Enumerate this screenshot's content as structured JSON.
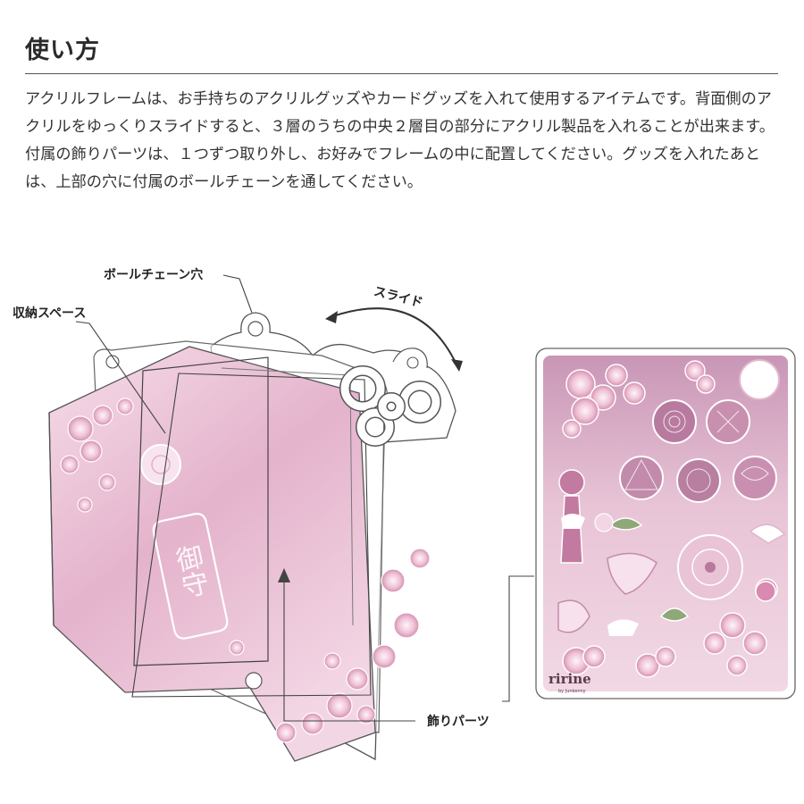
{
  "heading": "使い方",
  "description": "アクリルフレームは、お手持ちのアクリルグッズやカードグッズを入れて使用するアイテムです。背面側のアクリルをゆっくりスライドすると、３層のうちの中央２層目の部分にアクリル製品を入れることが出来ます。付属の飾りパーツは、１つずつ取り外し、お好みでフレームの中に配置してください。グッズを入れたあとは、上部の穴に付属のボールチェーンを通してください。",
  "labels": {
    "ball_chain_hole": "ボールチェーン穴",
    "storage_space": "収納スペース",
    "slide": "スライド",
    "decoration_parts": "飾りパーツ"
  },
  "omamori_text": "御守",
  "sheet_brand": "ririne",
  "sheet_brand_sub": "by Junkenny",
  "colors": {
    "pink_light": "#f7e4ee",
    "pink_mid": "#e8bcd2",
    "pink_deep": "#c98aad",
    "mauve": "#a07090",
    "leaf_green": "#8fa878",
    "outline": "#555555"
  }
}
